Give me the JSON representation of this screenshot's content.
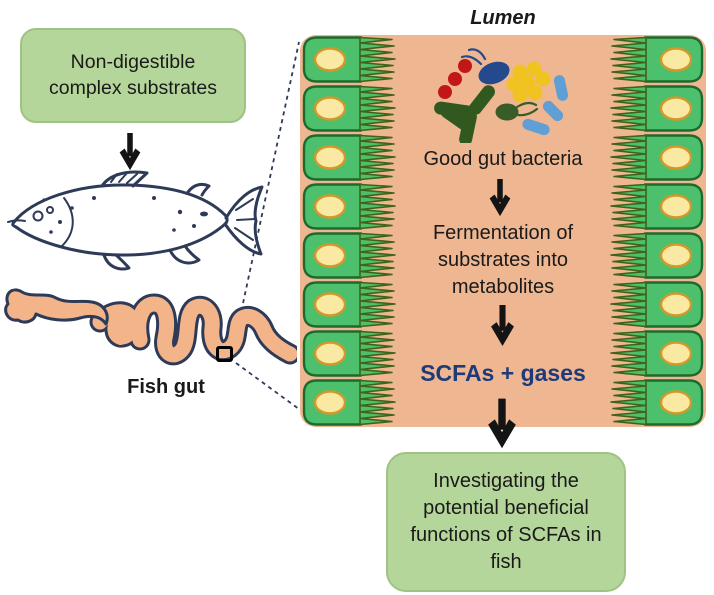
{
  "diagram": {
    "substrates_box": {
      "label": "Non-digestible complex substrates"
    },
    "fish": {
      "caption": "Fish gut"
    },
    "panel": {
      "title": "Lumen",
      "bacteria_caption": "Good gut bacteria",
      "fermentation_text": "Fermentation of substrates into metabolites",
      "scfas_text": "SCFAs + gases",
      "gut_wall": {
        "cells_per_column": 8,
        "columns": 2
      }
    },
    "outcome_box": {
      "label": "Investigating the potential beneficial functions of SCFAs in fish"
    }
  },
  "icons": {
    "bacteria": [
      {
        "name": "cocci-chain-icon",
        "color": "#c31717"
      },
      {
        "name": "flagellated-coccus-icon",
        "color": "#24498c"
      },
      {
        "name": "cocci-cluster-icon",
        "color": "#f0c320"
      },
      {
        "name": "rod-cross-icon",
        "color": "#31591f"
      },
      {
        "name": "flagellated-rod-icon",
        "color": "#3a5c28"
      },
      {
        "name": "curved-rod-chain-icon",
        "color": "#5f9fd6"
      }
    ]
  },
  "colors": {
    "box-green": "#b5d69a",
    "box-green-border": "#9fc285",
    "lumen-salmon": "#eeb691",
    "cell-green": "#4cc06c",
    "cell-border": "#1e692d",
    "villi-dark": "#3f6318",
    "nucleus-fill": "#fae9a2",
    "nucleus-border": "#d3982b",
    "ink-navy": "#2d3a58",
    "gut-salmon": "#f4b48a",
    "scfas-blue": "#1f3a78",
    "arrow-black": "#141414",
    "text-black": "#1a1a1a",
    "bact-red": "#c31717",
    "bact-navyblue": "#24498c",
    "bact-yellow": "#f0c320",
    "bact-green": "#31591f",
    "bact-olive": "#3a5c28",
    "bact-blue": "#5f9fd6"
  }
}
